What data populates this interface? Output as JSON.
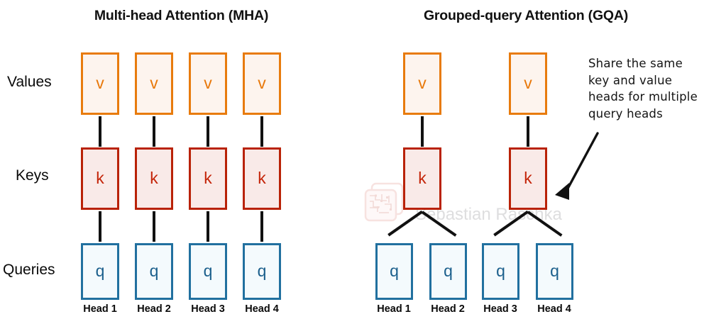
{
  "panels": {
    "mha": {
      "title": "Multi-head Attention (MHA)",
      "rows": {
        "values": {
          "label": "Values",
          "glyph": "v",
          "count": 4
        },
        "keys": {
          "label": "Keys",
          "glyph": "k",
          "count": 4
        },
        "queries": {
          "label": "Queries",
          "glyph": "q",
          "count": 4
        }
      },
      "heads": [
        "Head 1",
        "Head 2",
        "Head 3",
        "Head 4"
      ]
    },
    "gqa": {
      "title": "Grouped-query Attention (GQA)",
      "rows": {
        "values": {
          "glyph": "v",
          "count": 2
        },
        "keys": {
          "glyph": "k",
          "count": 2
        },
        "queries": {
          "glyph": "q",
          "count": 4
        }
      },
      "heads": [
        "Head 1",
        "Head 2",
        "Head 3",
        "Head 4"
      ]
    }
  },
  "annotation": {
    "line1": "Share the same",
    "line2": "key and value",
    "line3": "heads for multiple",
    "line4": "query heads"
  },
  "watermark": {
    "text": "Sebastian Raschka"
  },
  "colors": {
    "values_border": "#e87b0d",
    "values_fill": "#fdf4ee",
    "values_text": "#e8780a",
    "keys_border": "#b92207",
    "keys_fill": "#f9eae8",
    "keys_text": "#c42408",
    "queries_border": "#21709f",
    "queries_fill": "#f4fafd",
    "queries_text": "#1b5f8c",
    "connector": "#111111",
    "title": "#111111",
    "watermark": "#dededf",
    "background": "#ffffff"
  }
}
